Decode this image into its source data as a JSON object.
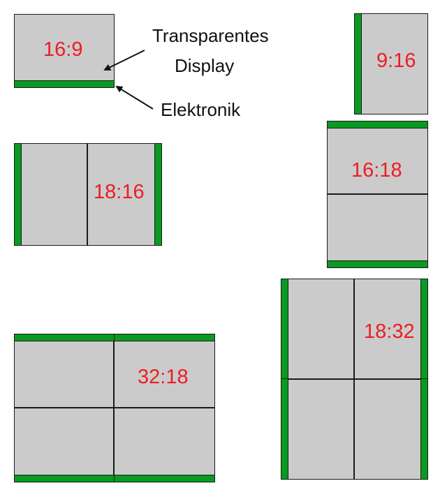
{
  "diagram": {
    "title": "",
    "colors": {
      "display": "#cbcbcb",
      "electronics": "#0a9a22",
      "label": "#ee1c24",
      "outline": "#1a1a1a"
    },
    "annotations": {
      "display_label_line1": "Transparentes",
      "display_label_line2": "Display",
      "electronics_label": "Elektronik"
    },
    "layouts": [
      {
        "ratio": "16:9",
        "panels": 1,
        "electronics": "bottom"
      },
      {
        "ratio": "9:16",
        "panels": 1,
        "electronics": "left"
      },
      {
        "ratio": "18:16",
        "panels": 2,
        "electronics": "left+right"
      },
      {
        "ratio": "16:18",
        "panels": 2,
        "electronics": "top+bottom"
      },
      {
        "ratio": "32:18",
        "panels": 4,
        "electronics": "top+bottom"
      },
      {
        "ratio": "18:32",
        "panels": 4,
        "electronics": "left+right"
      }
    ]
  }
}
